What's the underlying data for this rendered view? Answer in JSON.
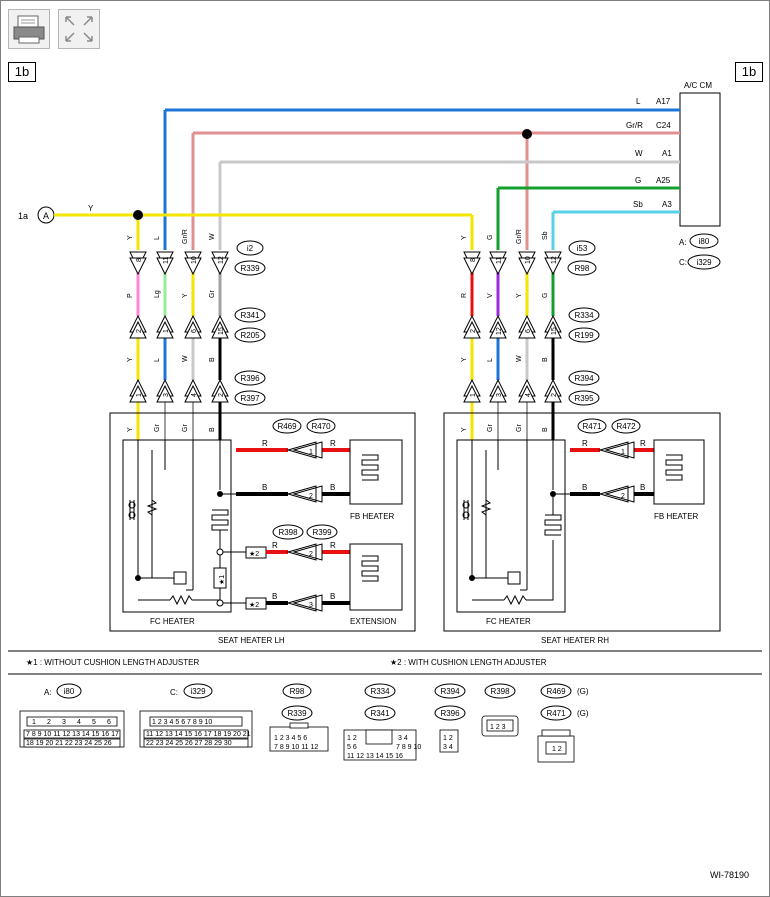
{
  "toolbar": {
    "print_icon": "printer-icon",
    "expand_icon": "expand-arrows-icon"
  },
  "page_refs": {
    "left": "1b",
    "right": "1b"
  },
  "acm": {
    "title": "A/C CM",
    "pins": [
      {
        "wire": "L",
        "pin": "A17"
      },
      {
        "wire": "Gr/R",
        "pin": "C24"
      },
      {
        "wire": "W",
        "pin": "A1"
      },
      {
        "wire": "G",
        "pin": "A25"
      },
      {
        "wire": "Sb",
        "pin": "A3"
      }
    ],
    "conn_a_prefix": "A:",
    "conn_a": "i80",
    "conn_c_prefix": "C:",
    "conn_c": "i329"
  },
  "junction": {
    "ref": "1a",
    "letter": "A",
    "wire": "Y"
  },
  "lh": {
    "top_wires": [
      "Y",
      "L",
      "Gr/R",
      "W"
    ],
    "top_pins": [
      "8",
      "11",
      "10",
      "12"
    ],
    "conn1": [
      "i2",
      "R339"
    ],
    "mid_wires": [
      "P",
      "Lg",
      "Y",
      "Gr"
    ],
    "mid_pins": [
      "2",
      "1",
      "6",
      "15"
    ],
    "conn2": [
      "R341",
      "R205"
    ],
    "low_wires": [
      "Y",
      "L",
      "W",
      "B"
    ],
    "low_pins": [
      "1",
      "3",
      "4",
      "2"
    ],
    "conn3": [
      "R396",
      "R397"
    ],
    "heater_wires": [
      "Y",
      "Gr",
      "Gr",
      "B"
    ],
    "fb_conn": [
      "R469",
      "R470"
    ],
    "ext_conn": [
      "R398",
      "R399"
    ],
    "fb_label": "FB HEATER",
    "fc_label": "FC HEATER",
    "ext_label": "EXTENSION",
    "seat_label": "SEAT HEATER LH",
    "wire_r": "R",
    "wire_b": "B",
    "note1": "★1",
    "note2": "★2",
    "p1": "1",
    "p2": "2",
    "p3": "3"
  },
  "rh": {
    "top_wires": [
      "Y",
      "G",
      "Gr/R",
      "Sb"
    ],
    "top_pins": [
      "8",
      "11",
      "10",
      "12"
    ],
    "conn1": [
      "i53",
      "R98"
    ],
    "mid_wires": [
      "R",
      "V",
      "Y",
      "G"
    ],
    "mid_pins": [
      "2",
      "12",
      "6",
      "15"
    ],
    "conn2": [
      "R334",
      "R199"
    ],
    "low_wires": [
      "Y",
      "L",
      "W",
      "B"
    ],
    "low_pins": [
      "1",
      "3",
      "4",
      "2"
    ],
    "conn3": [
      "R394",
      "R395"
    ],
    "heater_wires": [
      "Y",
      "Gr",
      "Gr",
      "B"
    ],
    "fb_conn": [
      "R471",
      "R472"
    ],
    "fb_label": "FB HEATER",
    "fc_label": "FC HEATER",
    "seat_label": "SEAT HEATER RH",
    "wire_r": "R",
    "wire_b": "B",
    "p1": "1",
    "p2": "2"
  },
  "notes": {
    "n1": "★1 : WITHOUT CUSHION LENGTH ADJUSTER",
    "n2": "★2 : WITH CUSHION LENGTH ADJUSTER"
  },
  "legend": {
    "a_prefix": "A:",
    "a": "i80",
    "c_prefix": "C:",
    "c": "i329",
    "r98": "R98",
    "r339": "R339",
    "r334": "R334",
    "r341": "R341",
    "r394": "R394",
    "r396": "R396",
    "r398": "R398",
    "r469": "R469",
    "r471": "R471",
    "g": "(G)"
  },
  "figure_id": "WI-78190",
  "colors": {
    "Y": "#f4e600",
    "L": "#1c74d8",
    "GrR": "#e09090",
    "W": "#c8c8c8",
    "G": "#14a02c",
    "Sb": "#55d2e6",
    "P": "#ff88d6",
    "Lg": "#98ec9a",
    "Gr": "#a0a0a0",
    "B": "#000000",
    "R": "#e81010",
    "V": "#9b2bd8"
  }
}
